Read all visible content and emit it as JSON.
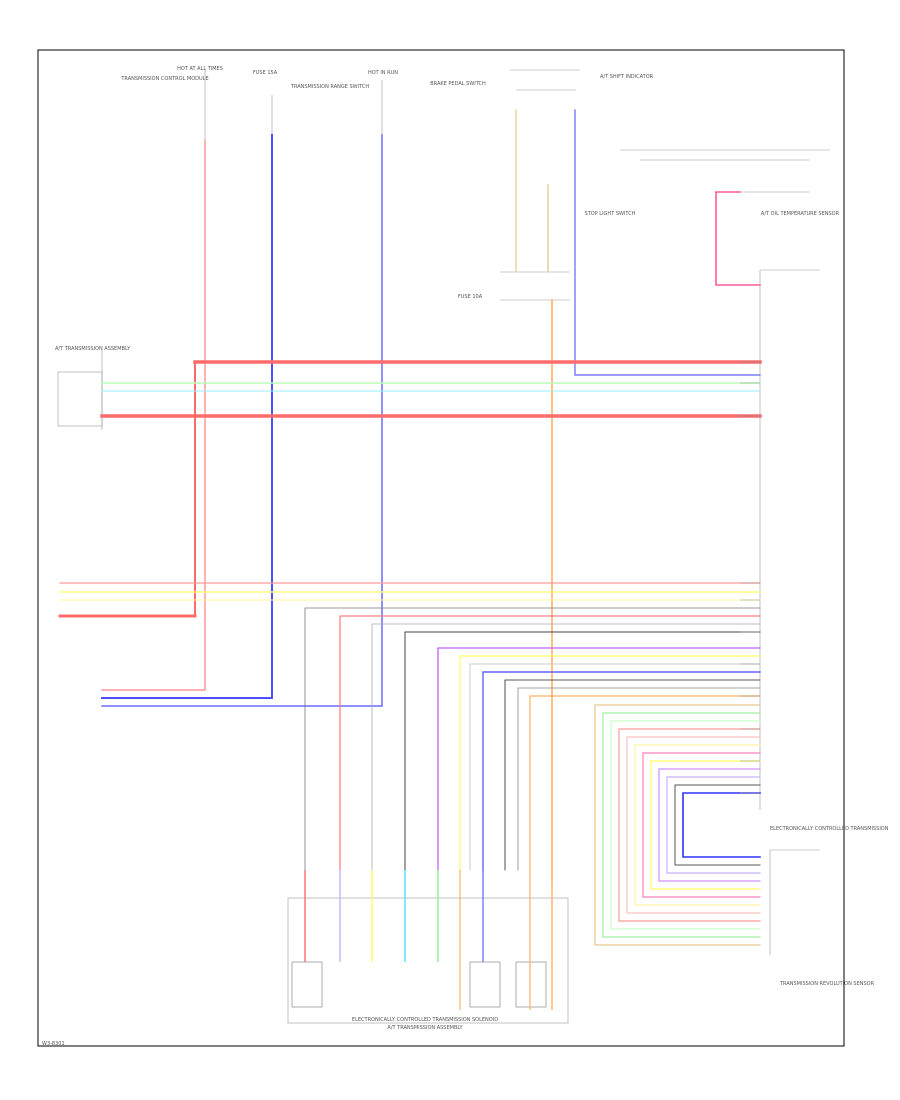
{
  "labels": {
    "corner_code": "W3-8301",
    "top_left_1": "TRANSMISSION CONTROL MODULE",
    "top_left_2": "HOT AT ALL TIMES",
    "top_fuse_1": "FUSE 15A",
    "top_fuse_2": "FUSE 10A",
    "top_mid_1": "TRANSMISSION RANGE SWITCH",
    "top_mid_2": "HOT IN RUN",
    "top_mid_3": "BRAKE PEDAL SWITCH",
    "top_right_a": "A/T SHIFT INDICATOR",
    "mid_right_a": "STOP LIGHT SWITCH",
    "mid_right_b": "A/T OIL TEMPERATURE SENSOR",
    "side_left": "A/T TRANSMISSION ASSEMBLY",
    "right_module": "ELECTRONICALLY CONTROLLED TRANSMISSION",
    "right_bottom": "TRANSMISSION REVOLUTION SENSOR",
    "bottom_1": "ELECTRONICALLY CONTROLLED TRANSMISSION SOLENOID",
    "bottom_2": "A/T TRANSMISSION ASSEMBLY"
  },
  "colors": {
    "red": "#ff6b6b",
    "pink": "#ff9a9a",
    "blue": "#4f4fff",
    "green": "#b8ffb8",
    "yellow": "#ffff80",
    "cyan": "#50e0ff",
    "violet": "#c060ff",
    "orange": "#ffb060",
    "tan": "#e6c88a",
    "lavender": "#c8b0ff",
    "gray": "#777777",
    "darkgray": "#444444",
    "black": "#000000"
  }
}
